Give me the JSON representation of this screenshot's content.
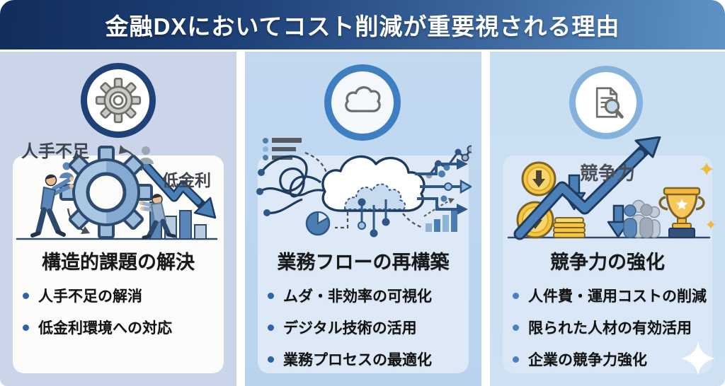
{
  "header": {
    "title": "金融DXにおいてコスト削減が重要視される理由"
  },
  "columns": [
    {
      "icon": "gear-icon",
      "label_top": "人手不足",
      "label_chart": "低金利",
      "title": "構造的課題の解決",
      "bullets": [
        "人手不足の解消",
        "低金利環境への対応"
      ]
    },
    {
      "icon": "cloud-icon",
      "title": "業務フローの再構築",
      "bullets": [
        "ムダ・非効率の可視化",
        "デジタル技術の活用",
        "業務プロセスの最適化"
      ]
    },
    {
      "icon": "document-search-icon",
      "label_chart": "競争力",
      "title": "競争力の強化",
      "bullets": [
        "人件費・運用コストの削減",
        "限られた人材の有効活用",
        "企業の競争力強化"
      ]
    }
  ],
  "colors": {
    "banner_gradient_start": "#122d5b",
    "banner_gradient_end": "#5e92c6",
    "column1_bg": "#cbd5e9",
    "column2_bg": "#c2d9f0",
    "column3_bg": "#c8def1",
    "card1_bg": "#fcfcfa",
    "card2_bg": "#dde9f6",
    "card3_bg": "#d9e7f6",
    "circle1_ring": "#1e4277",
    "circle2_ring": "#3d7fc1",
    "circle3_ring": "#85b2dd",
    "bullet_dot": "#2b64a8",
    "accent_blue": "#4a80b5",
    "outline_navy": "#1e3a5f",
    "coin_gold": "#f5c63f"
  }
}
